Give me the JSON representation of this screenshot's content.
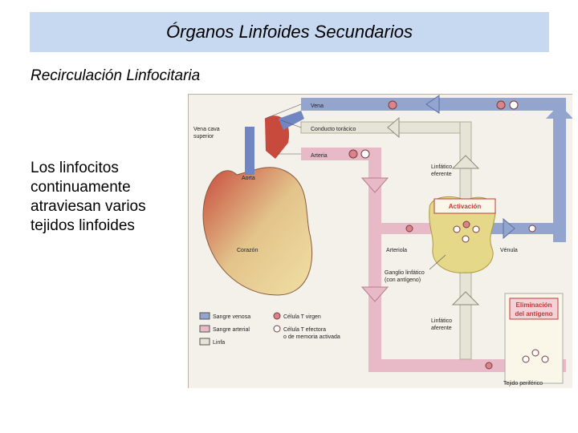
{
  "title": "Órganos Linfoides Secundarios",
  "subtitle": "Recirculación Linfocitaria",
  "body_text": "Los linfocitos continuamente atraviesan varios tejidos linfoides",
  "figure": {
    "labels": {
      "vena": "Vena",
      "conducto": "Conducto torácico",
      "arteria_top": "Arteria",
      "vena_cava_1": "Vena cava",
      "vena_cava_2": "superior",
      "aorta": "Aorta",
      "corazon": "Corazón",
      "linfatico_eferente_1": "Linfático",
      "linfatico_eferente_2": "eferente",
      "activacion": "Activación",
      "arteriola": "Arteriola",
      "venula": "Vénula",
      "ganglio_1": "Ganglio linfático",
      "ganglio_2": "(con antígeno)",
      "linfatico_aferente_1": "Linfático",
      "linfatico_aferente_2": "aferente",
      "eliminacion_1": "Eliminación",
      "eliminacion_2": "del antígeno",
      "tejido": "Tejido periférico"
    },
    "legend": {
      "sangre_venosa": "Sangre venosa",
      "sangre_arterial": "Sangre arterial",
      "linfa": "Linfa",
      "celula_virgen": "Célula T virgen",
      "celula_efectora_1": "Célula T efectora",
      "celula_efectora_2": "o de memoria activada"
    },
    "colors": {
      "vein": "#93a5cf",
      "artery": "#e8b9c6",
      "lymph": "#e6e3d7",
      "naive_cell": "#d9848b",
      "node": "#e5d888",
      "activation_box": "#c23a3a"
    }
  }
}
